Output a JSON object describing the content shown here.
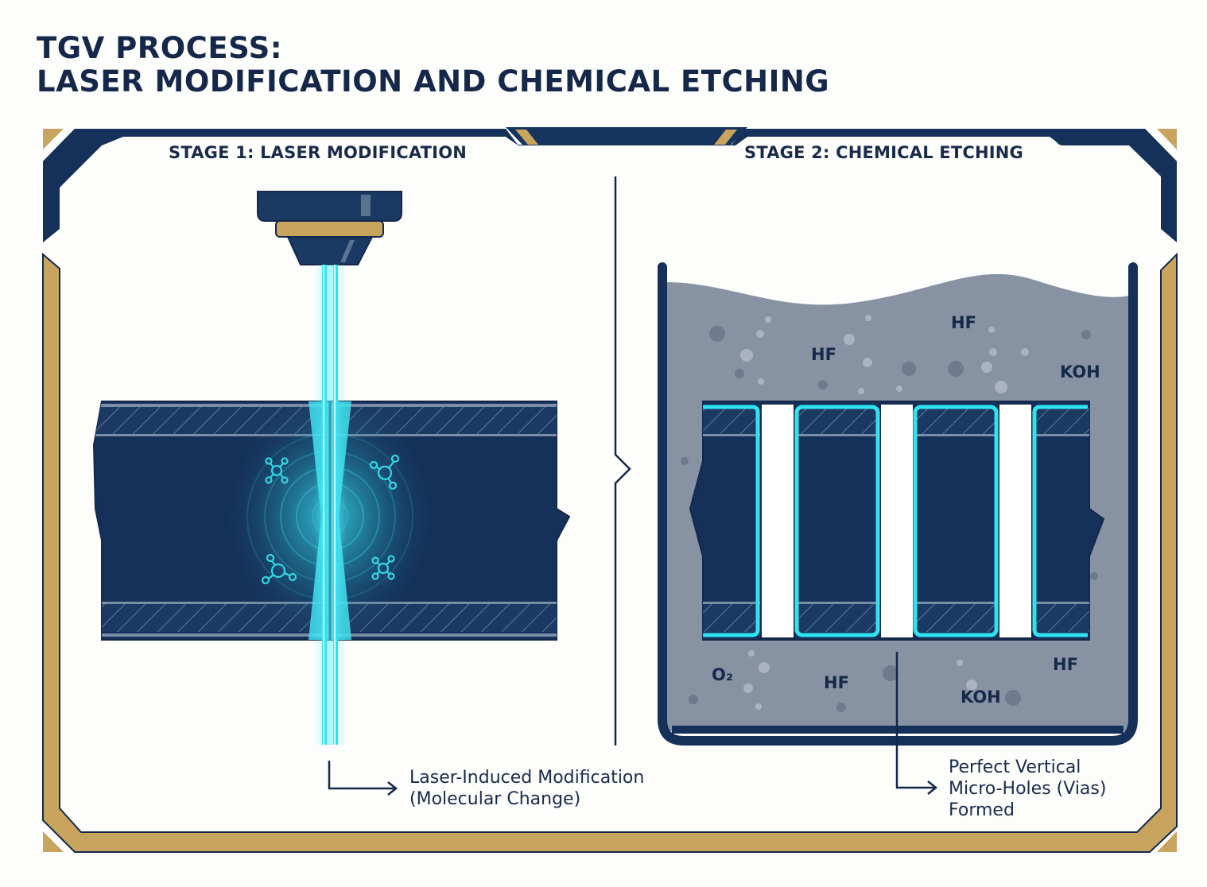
{
  "title": {
    "line1": "TGV PROCESS:",
    "line2": "LASER MODIFICATION AND CHEMICAL ETCHING"
  },
  "stages": [
    {
      "label": "STAGE 1: LASER MODIFICATION",
      "callout": {
        "line1": "Laser-Induced Modification",
        "line2": "(Molecular Change)"
      }
    },
    {
      "label": "STAGE 2: CHEMICAL ETCHING",
      "callout": {
        "line1": "Perfect Vertical",
        "line2": "Micro-Holes (Vias)",
        "line3": "Formed"
      },
      "chemicals_top": [
        "HF",
        "HF",
        "KOH"
      ],
      "chemicals_bottom": [
        "O₂",
        "HF",
        "KOH",
        "HF"
      ],
      "via_count": 3
    }
  ],
  "colors": {
    "navy": "#15315a",
    "dark_navy": "#14284a",
    "gold": "#c9a45f",
    "laser_cyan": "#2fe3f0",
    "bath_gray": "#8793a3",
    "background": "#fdfdfc"
  }
}
